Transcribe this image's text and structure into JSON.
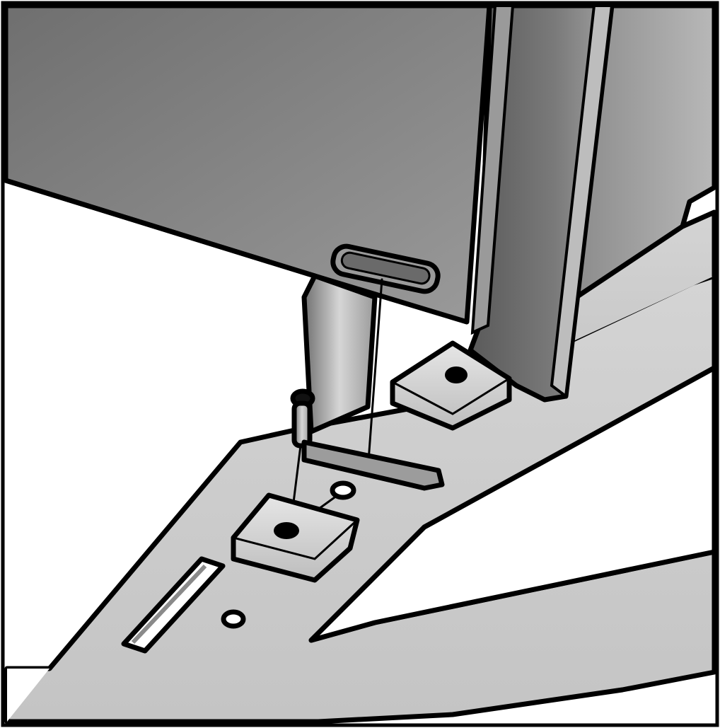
{
  "figure": {
    "kind": "assembly-illustration",
    "style": "grayscale-line-art",
    "parts": [
      "panel",
      "upright-post",
      "mounting-block",
      "bracket-plate",
      "spacer-block",
      "screw",
      "slot",
      "hole"
    ],
    "colors": {
      "background": "#ffffff",
      "outline": "#000000",
      "panel": "#8a8a8a",
      "post": "#6e6e6e",
      "plate": "#cfcfcf",
      "block": "#dcdcdc"
    }
  }
}
